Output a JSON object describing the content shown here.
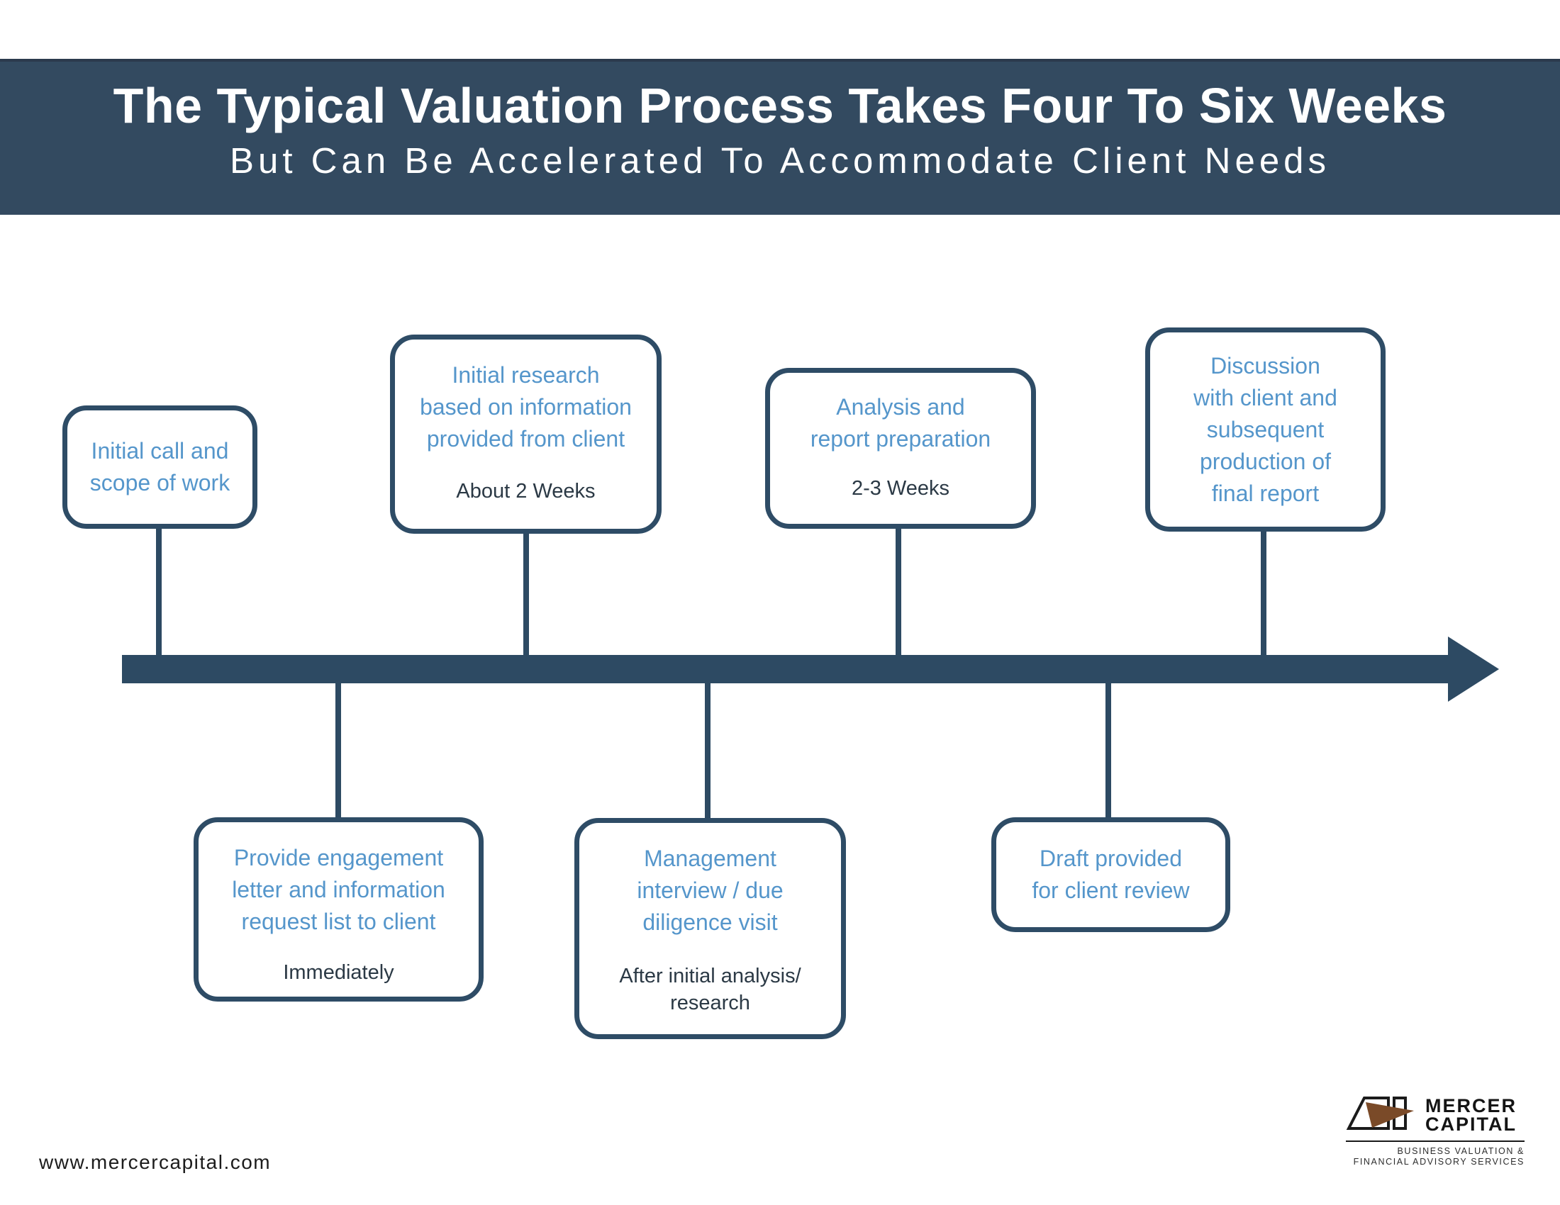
{
  "header": {
    "title": "The Typical Valuation Process Takes Four To Six Weeks",
    "subtitle": "But Can Be Accelerated To Accommodate Client Needs"
  },
  "timeline": {
    "steps_above": [
      {
        "label": "Initial call and\nscope of work"
      },
      {
        "label": "Initial research\nbased on information\nprovided from client",
        "duration": "About 2 Weeks"
      },
      {
        "label": "Analysis and\nreport preparation",
        "duration": "2-3 Weeks"
      },
      {
        "label": "Discussion\nwith client and\nsubsequent\nproduction of\nfinal report"
      }
    ],
    "steps_below": [
      {
        "label": "Provide engagement\nletter and information\nrequest list to client",
        "duration": "Immediately"
      },
      {
        "label": "Management\ninterview / due\ndiligence visit",
        "duration": "After initial analysis/\nresearch"
      },
      {
        "label": "Draft provided\nfor client review"
      }
    ]
  },
  "footer": {
    "website": "www.mercercapital.com",
    "logo": {
      "name_line1": "MERCER",
      "name_line2": "CAPITAL",
      "tagline": "BUSINESS VALUATION &\nFINANCIAL ADVISORY SERVICES"
    }
  },
  "colors": {
    "header_band": "#334A60",
    "header_band_top_edge": "#2B3A4D",
    "timeline_navy": "#2D4A63",
    "box_border_navy": "#2E4C66",
    "step_text_blue": "#5596CB",
    "duration_text_dark": "#2B3945",
    "logo_brown": "#7A4A28"
  }
}
